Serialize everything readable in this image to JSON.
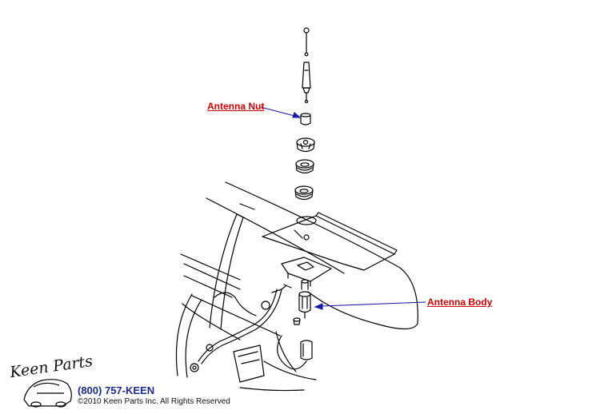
{
  "callouts": {
    "antenna_nut": "Antenna Nut",
    "antenna_body": "Antenna Body"
  },
  "footer": {
    "logo_text": "Keen Parts",
    "phone": "(800) 757-KEEN",
    "copyright": "©2010 Keen Parts Inc. All Rights Reserved"
  },
  "colors": {
    "callout_text": "#cc0000",
    "leader_line": "#1a1aa6",
    "phone_text": "#1a2b8c",
    "line_art": "#000000"
  },
  "icons": [
    "arrow-icon",
    "corvette-car-icon"
  ]
}
